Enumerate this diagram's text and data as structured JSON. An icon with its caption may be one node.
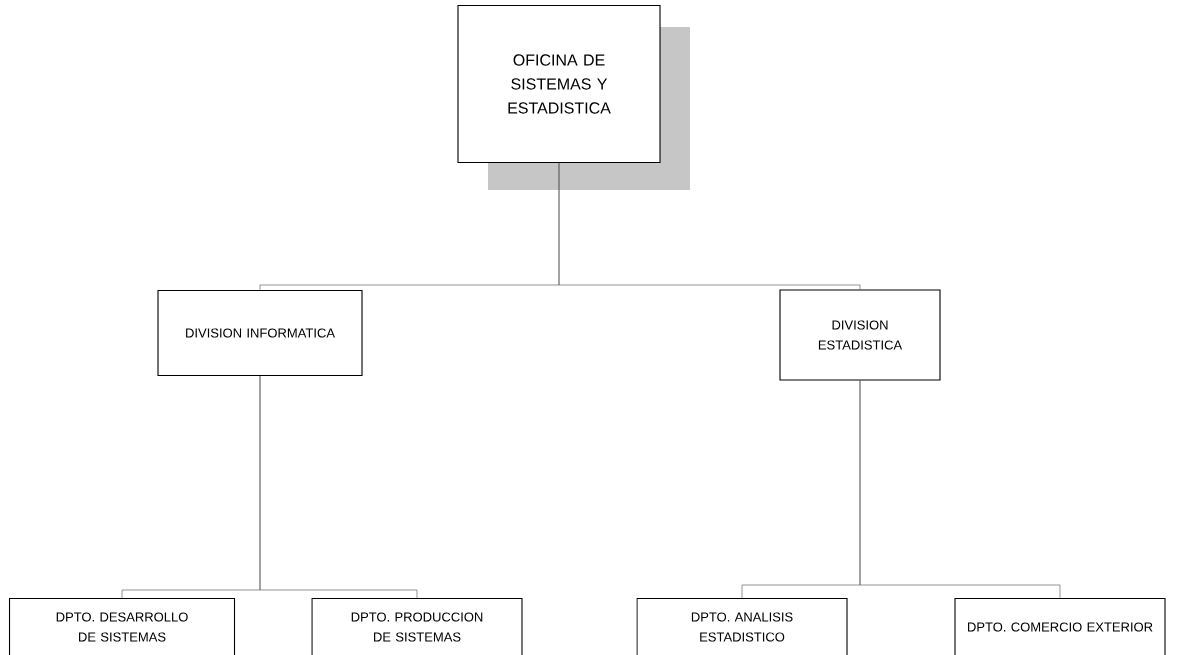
{
  "diagram": {
    "nodes": [
      {
        "text": [
          "OFICINA DE SISTEMAS Y ESTADISTICA"
        ]
      },
      {
        "text": [
          "DIVISION INFORMATICA"
        ]
      },
      {
        "text": [
          "DIVISION ESTADISTICA"
        ]
      },
      {
        "text": [
          "DPTO. DESARROLLO DE SISTEMAS"
        ]
      },
      {
        "text": [
          "DPTO. PRODUCCION DE SISTEMAS"
        ]
      },
      {
        "text": [
          "DPTO. ANALISIS ESTADISTICO"
        ]
      },
      {
        "text": [
          "DPTO. COMERCIO EXTERIOR"
        ]
      }
    ],
    "edges": [
      {
        "from": 0,
        "to": 1,
        "arrow": "none"
      },
      {
        "from": 0,
        "to": 2,
        "arrow": "none"
      },
      {
        "from": 1,
        "to": 3,
        "arrow": "none"
      },
      {
        "from": 1,
        "to": 4,
        "arrow": "none"
      },
      {
        "from": 2,
        "to": 5,
        "arrow": "none"
      },
      {
        "from": 2,
        "to": 6,
        "arrow": "none"
      }
    ]
  }
}
